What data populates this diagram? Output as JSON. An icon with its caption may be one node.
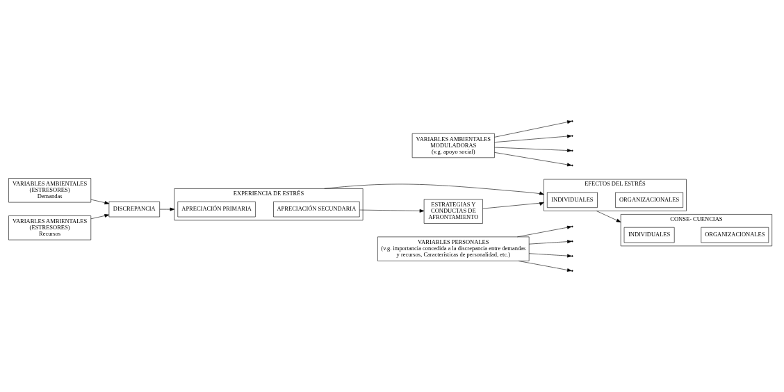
{
  "diagram": {
    "nodes": [
      {
        "text": [
          "VARIABLES AMBIENTALES (ESTRESORES)",
          "Demandas"
        ]
      },
      {
        "text": [
          "DISCREPANCIA"
        ]
      },
      {
        "text": [
          "VARIABLES AMBIENTALES (ESTRESORES)",
          "Recursos"
        ]
      },
      {
        "text": [
          "EXPERIENCIA DE ESTRÉS"
        ]
      },
      {
        "text": [
          "APRECIACIÓN PRIMARIA"
        ],
        "in": 3
      },
      {
        "text": [
          "APRECIACIÓN SECUNDARIA"
        ],
        "in": 3
      },
      {
        "text": [
          "VARIABLES AMBIENTALES MODULADORAS",
          "(v.g. apoyo social)"
        ]
      },
      {
        "text": [
          "ESTRATEGIAS Y CONDUCTAS DE AFRONTAMIENTO"
        ]
      },
      {
        "text": [
          "EFECTOS DEL ESTRÉS"
        ]
      },
      {
        "text": [
          "INDIVIDUALES"
        ],
        "in": 8
      },
      {
        "text": [
          "ORGANIZACIONALES"
        ],
        "in": 8
      },
      {
        "text": [
          "CONSE- CUENCIAS"
        ]
      },
      {
        "text": [
          "INDIVIDUALES"
        ],
        "in": 11
      },
      {
        "text": [
          "ORGANIZACIONALES"
        ],
        "in": 11
      },
      {
        "text": [
          "VARIABLES PERSONALES",
          "(v.g. importancia concedida a la discrepancia entre demandas y recursos, Características de personalidad, etc.)"
        ]
      }
    ],
    "edges": [
      {
        "from": 0,
        "to": 1,
        "arrow": "to"
      },
      {
        "from": 2,
        "to": 1,
        "arrow": "to"
      },
      {
        "from": 1,
        "to": 3,
        "arrow": "to"
      },
      {
        "from": 3,
        "to": 8,
        "arrow": "to"
      },
      {
        "from": 5,
        "to": 7,
        "arrow": "to"
      },
      {
        "from": 7,
        "to": 8,
        "arrow": "to"
      },
      {
        "from": 8,
        "to": 11,
        "arrow": "to"
      },
      {
        "from": 6,
        "to": null,
        "arrow": "to"
      },
      {
        "from": 14,
        "to": null,
        "arrow": "to"
      },
      {
        "from": 6,
        "to": null,
        "arrow": "to"
      },
      {
        "from": 14,
        "to": null,
        "arrow": "to"
      },
      {
        "from": 6,
        "to": null,
        "arrow": "to"
      },
      {
        "from": 14,
        "to": null,
        "arrow": "to"
      },
      {
        "from": 6,
        "to": null,
        "arrow": "to"
      },
      {
        "from": 14,
        "to": null,
        "arrow": "to"
      }
    ]
  }
}
